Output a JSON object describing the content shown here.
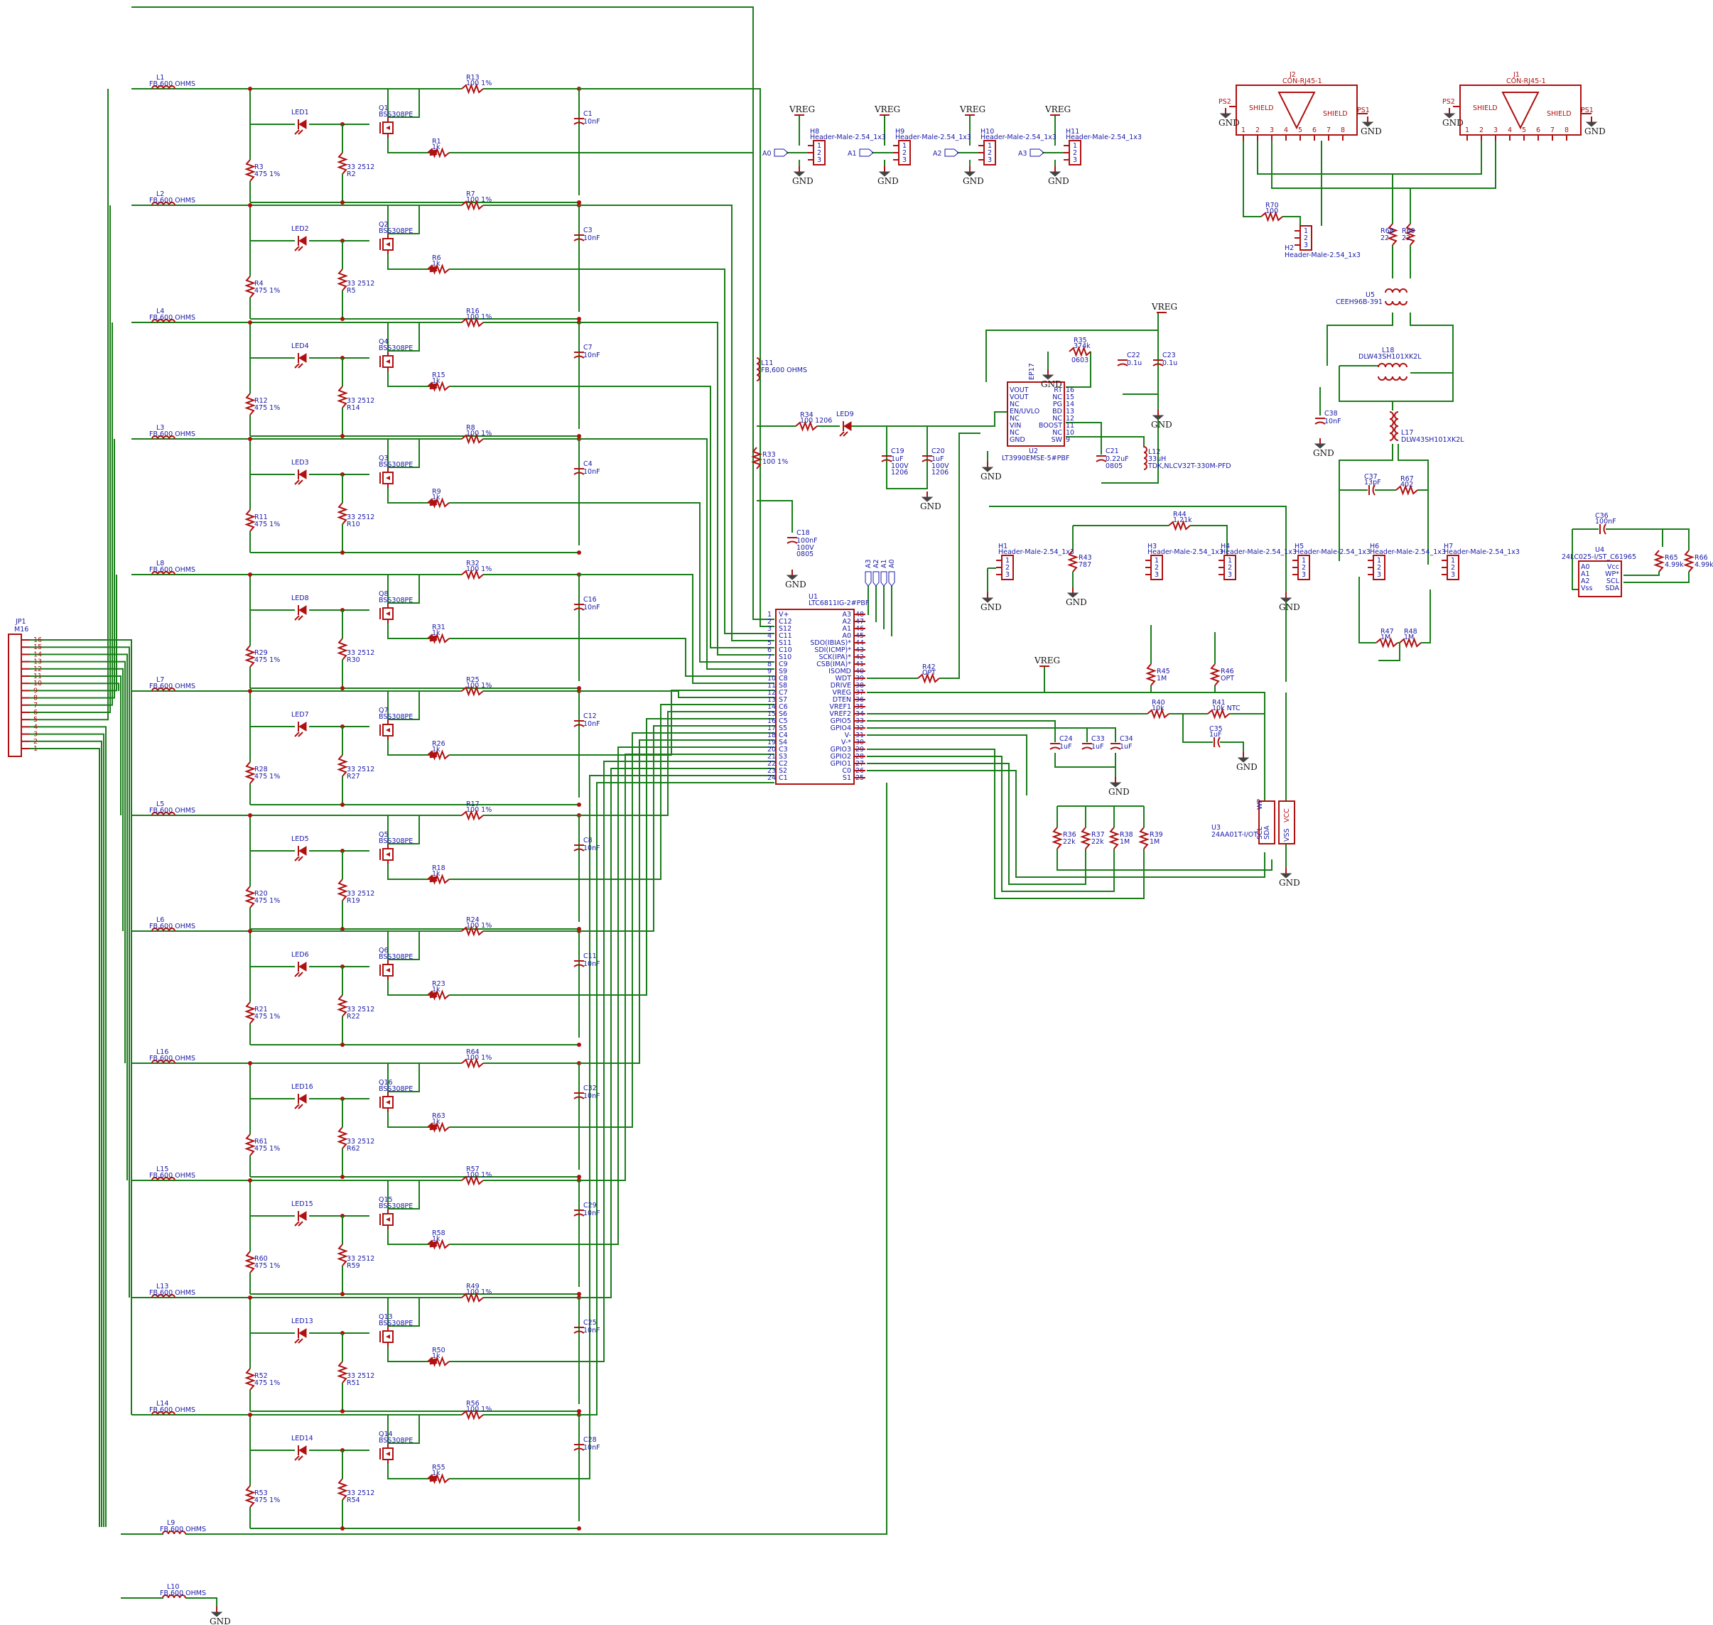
{
  "header": {
    "ref": "JP1",
    "value": "M16",
    "pins": [
      "16",
      "15",
      "14",
      "13",
      "12",
      "11",
      "10",
      "9",
      "8",
      "7",
      "6",
      "5",
      "4",
      "3",
      "2",
      "1"
    ]
  },
  "power": {
    "vreg": "VREG",
    "gnd": "GND"
  },
  "cells": [
    {
      "L": "L1",
      "Q": "Q1",
      "LED": "LED1",
      "R3": "R3",
      "R2": "R2",
      "R1": "R1",
      "R13": "R13",
      "C": "C1"
    },
    {
      "L": "L2",
      "Q": "Q2",
      "LED": "LED2",
      "R3": "R4",
      "R2": "R5",
      "R1": "R6",
      "R13": "R7",
      "C": "C3"
    },
    {
      "L": "L4",
      "Q": "Q4",
      "LED": "LED4",
      "R3": "R12",
      "R2": "R14",
      "R1": "R15",
      "R13": "R16",
      "C": "C7"
    },
    {
      "L": "L3",
      "Q": "Q3",
      "LED": "LED3",
      "R3": "R11",
      "R2": "R10",
      "R1": "R9",
      "R13": "R8",
      "C": "C4"
    },
    {
      "L": "L8",
      "Q": "Q8",
      "LED": "LED8",
      "R3": "R29",
      "R2": "R30",
      "R1": "R31",
      "R13": "R32",
      "C": "C16"
    },
    {
      "L": "L7",
      "Q": "Q7",
      "LED": "LED7",
      "R3": "R28",
      "R2": "R27",
      "R1": "R26",
      "R13": "R25",
      "C": "C12"
    },
    {
      "L": "L5",
      "Q": "Q5",
      "LED": "LED5",
      "R3": "R20",
      "R2": "R19",
      "R1": "R18",
      "R13": "R17",
      "C": "C8"
    },
    {
      "L": "L6",
      "Q": "Q6",
      "LED": "LED6",
      "R3": "R21",
      "R2": "R22",
      "R1": "R23",
      "R13": "R24",
      "C": "C11"
    },
    {
      "L": "L16",
      "Q": "Q16",
      "LED": "LED16",
      "R3": "R61",
      "R2": "R62",
      "R1": "R63",
      "R13": "R64",
      "C": "C32"
    },
    {
      "L": "L15",
      "Q": "Q15",
      "LED": "LED15",
      "R3": "R60",
      "R2": "R59",
      "R1": "R58",
      "R13": "R57",
      "C": "C29"
    },
    {
      "L": "L13",
      "Q": "Q13",
      "LED": "LED13",
      "R3": "R52",
      "R2": "R51",
      "R1": "R50",
      "R13": "R49",
      "C": "C25"
    },
    {
      "L": "L14",
      "Q": "Q14",
      "LED": "LED14",
      "R3": "R53",
      "R2": "R54",
      "R1": "R55",
      "R13": "R56",
      "C": "C28"
    }
  ],
  "cell_values": {
    "ferrite": "FB,600 OHMS",
    "mosfet": "BSS308PE",
    "r_balance": "33 2512",
    "r_gate": "1k",
    "r_led": "475 1%",
    "r_filter": "100 1%",
    "cap": "10nF"
  },
  "l9": {
    "ref": "L9",
    "value": "FB,600 OHMS"
  },
  "l10": {
    "ref": "L10",
    "value": "FB,600 OHMS"
  },
  "l11": {
    "ref": "L11",
    "value": "FB,600 OHMS"
  },
  "r33": {
    "ref": "R33",
    "value": "100 1%"
  },
  "c18": {
    "ref": "C18",
    "v1": "100nF",
    "v2": "100V",
    "v3": "0805"
  },
  "r34": {
    "ref": "R34",
    "value": "100 1206"
  },
  "led9": {
    "ref": "LED9",
    "value": "LED-0603_B"
  },
  "c19": {
    "ref": "C19",
    "v1": "1uF",
    "v2": "100V",
    "v3": "1206"
  },
  "c20": {
    "ref": "C20",
    "v1": "1uF",
    "v2": "100V",
    "v3": "1206"
  },
  "u1": {
    "ref": "U1",
    "value": "LTC6811IG-2#PBF",
    "left_pins": [
      [
        "V+",
        "1"
      ],
      [
        "C12",
        "2"
      ],
      [
        "S12",
        "3"
      ],
      [
        "C11",
        "4"
      ],
      [
        "S11",
        "5"
      ],
      [
        "C10",
        "6"
      ],
      [
        "S10",
        "7"
      ],
      [
        "C9",
        "8"
      ],
      [
        "S9",
        "9"
      ],
      [
        "C8",
        "10"
      ],
      [
        "S8",
        "11"
      ],
      [
        "C7",
        "12"
      ],
      [
        "S7",
        "13"
      ],
      [
        "C6",
        "14"
      ],
      [
        "S6",
        "15"
      ],
      [
        "C5",
        "16"
      ],
      [
        "S5",
        "17"
      ],
      [
        "C4",
        "18"
      ],
      [
        "S4",
        "19"
      ],
      [
        "C3",
        "20"
      ],
      [
        "S3",
        "21"
      ],
      [
        "C2",
        "22"
      ],
      [
        "S2",
        "23"
      ],
      [
        "C1",
        "24"
      ]
    ],
    "right_pins": [
      [
        "A3",
        "48"
      ],
      [
        "A2",
        "47"
      ],
      [
        "A1",
        "46"
      ],
      [
        "A0",
        "45"
      ],
      [
        "SDO(IBIAS)*",
        "44"
      ],
      [
        "SDI(ICMP)*",
        "43"
      ],
      [
        "SCK(IPA)*",
        "42"
      ],
      [
        "CSB(IMA)*",
        "41"
      ],
      [
        "ISOMD",
        "40"
      ],
      [
        "WDT",
        "39"
      ],
      [
        "DRIVE",
        "38"
      ],
      [
        "VREG",
        "37"
      ],
      [
        "DTEN",
        "36"
      ],
      [
        "VREF1",
        "35"
      ],
      [
        "VREF2",
        "34"
      ],
      [
        "GPIO5",
        "33"
      ],
      [
        "GPIO4",
        "32"
      ],
      [
        "V-",
        "31"
      ],
      [
        "V-*",
        "30"
      ],
      [
        "GPIO3",
        "29"
      ],
      [
        "GPIO2",
        "28"
      ],
      [
        "GPIO1",
        "27"
      ],
      [
        "C0",
        "26"
      ],
      [
        "S1",
        "25"
      ]
    ],
    "addr": [
      "A3",
      "A2",
      "A1",
      "A0"
    ]
  },
  "u2": {
    "ref": "U2",
    "value": "LT3990EMSE-5#PBF",
    "ep": "EP17",
    "left_pins": [
      [
        "VOUT",
        "1"
      ],
      [
        "VOUT",
        "2"
      ],
      [
        "NC",
        "3"
      ],
      [
        "EN/UVLO",
        "4"
      ],
      [
        "NC",
        "5"
      ],
      [
        "VIN",
        "6"
      ],
      [
        "NC",
        "7"
      ],
      [
        "GND",
        "8"
      ]
    ],
    "right_pins": [
      [
        "RT",
        "16"
      ],
      [
        "NC",
        "15"
      ],
      [
        "PG",
        "14"
      ],
      [
        "BD",
        "13"
      ],
      [
        "NC",
        "12"
      ],
      [
        "BOOST",
        "11"
      ],
      [
        "NC",
        "10"
      ],
      [
        "SW",
        "9"
      ]
    ]
  },
  "r35": {
    "ref": "R35",
    "v1": "374k",
    "v2": "0603"
  },
  "c22": {
    "ref": "C22",
    "value": "0.1u"
  },
  "c23": {
    "ref": "C23",
    "value": "0.1u"
  },
  "c21": {
    "ref": "C21",
    "v1": "0.22uF",
    "v2": "0805"
  },
  "l12": {
    "ref": "L12",
    "v1": "33uH",
    "v2": "TDK,NLCV32T-330M-PFD"
  },
  "headers_addr": [
    {
      "ref": "H8",
      "value": "Header-Male-2.54_1x3",
      "net": "A0"
    },
    {
      "ref": "H9",
      "value": "Header-Male-2.54_1x3",
      "net": "A1"
    },
    {
      "ref": "H10",
      "value": "Header-Male-2.54_1x3",
      "net": "A2"
    },
    {
      "ref": "H11",
      "value": "Header-Male-2.54_1x3",
      "net": "A3"
    }
  ],
  "j2": {
    "ref": "J2",
    "value": "CON-RJ45-1",
    "shield": "SHIELD",
    "ps1": "PS1",
    "ps2": "PS2"
  },
  "j1": {
    "ref": "J1",
    "value": "CON-RJ45-1",
    "shield": "SHIELD",
    "ps1": "PS1",
    "ps2": "PS2"
  },
  "r70": {
    "ref": "R70",
    "value": "100"
  },
  "h2": {
    "ref": "H2",
    "value": "Header-Male-2.54_1x3",
    "pins": "3 2 1"
  },
  "r68": {
    "ref": "R68",
    "value": "22"
  },
  "r69": {
    "ref": "R69",
    "value": "22"
  },
  "u5": {
    "ref": "U5",
    "value": "CEEH96B-391"
  },
  "l18": {
    "ref": "L18",
    "value": "DLW43SH101XK2L"
  },
  "l17": {
    "ref": "L17",
    "value": "DLW43SH101XK2L"
  },
  "c38": {
    "ref": "C38",
    "value": "10nF"
  },
  "c37": {
    "ref": "C37",
    "value": "13pF"
  },
  "r67": {
    "ref": "R67",
    "value": "402"
  },
  "r44": {
    "ref": "R44",
    "value": "1.21k"
  },
  "r43": {
    "ref": "R43",
    "value": "787"
  },
  "headers_cfg": [
    {
      "ref": "H1",
      "value": "Header-Male-2.54_1x3"
    },
    {
      "ref": "H3",
      "value": "Header-Male-2.54_1x3"
    },
    {
      "ref": "H4",
      "value": "Header-Male-2.54_1x3"
    },
    {
      "ref": "H5",
      "value": "Header-Male-2.54_1x3"
    },
    {
      "ref": "H6",
      "value": "Header-Male-2.54_1x3"
    },
    {
      "ref": "H7",
      "value": "Header-Male-2.54_1x3"
    }
  ],
  "r47": {
    "ref": "R47",
    "value": "1M"
  },
  "r48": {
    "ref": "R48",
    "value": "1M"
  },
  "c36": {
    "ref": "C36",
    "value": "100nF"
  },
  "u4": {
    "ref": "U4",
    "value": "24LC025-I/ST_C61965",
    "left": [
      "A0",
      "A1",
      "A2",
      "Vss"
    ],
    "right": [
      "Vcc",
      "WP*",
      "SCL",
      "SDA"
    ]
  },
  "r65": {
    "ref": "R65",
    "value": "4.99k"
  },
  "r66": {
    "ref": "R66",
    "value": "4.99k"
  },
  "r42": {
    "ref": "R42",
    "value": "OPT"
  },
  "r45": {
    "ref": "R45",
    "value": "1M"
  },
  "r46": {
    "ref": "R46",
    "value": "OPT"
  },
  "r40": {
    "ref": "R40",
    "value": "10k"
  },
  "r41": {
    "ref": "R41",
    "value": "10k NTC"
  },
  "c35": {
    "ref": "C35",
    "value": "1uF"
  },
  "c24": {
    "ref": "C24",
    "value": "1uF"
  },
  "c33": {
    "ref": "C33",
    "value": "1uF"
  },
  "c34": {
    "ref": "C34",
    "value": "1uF"
  },
  "r36": {
    "ref": "R36",
    "value": "22k"
  },
  "r37": {
    "ref": "R37",
    "value": "22k"
  },
  "r38": {
    "ref": "R38",
    "value": "1M"
  },
  "r39": {
    "ref": "R39",
    "value": "1M"
  },
  "u3": {
    "ref": "U3",
    "value": "24AA01T-I/OT",
    "pins": {
      "wp": "WP",
      "vcc": "VCC",
      "scl": "SCL",
      "sda": "SDA",
      "vss": "VSS"
    }
  }
}
